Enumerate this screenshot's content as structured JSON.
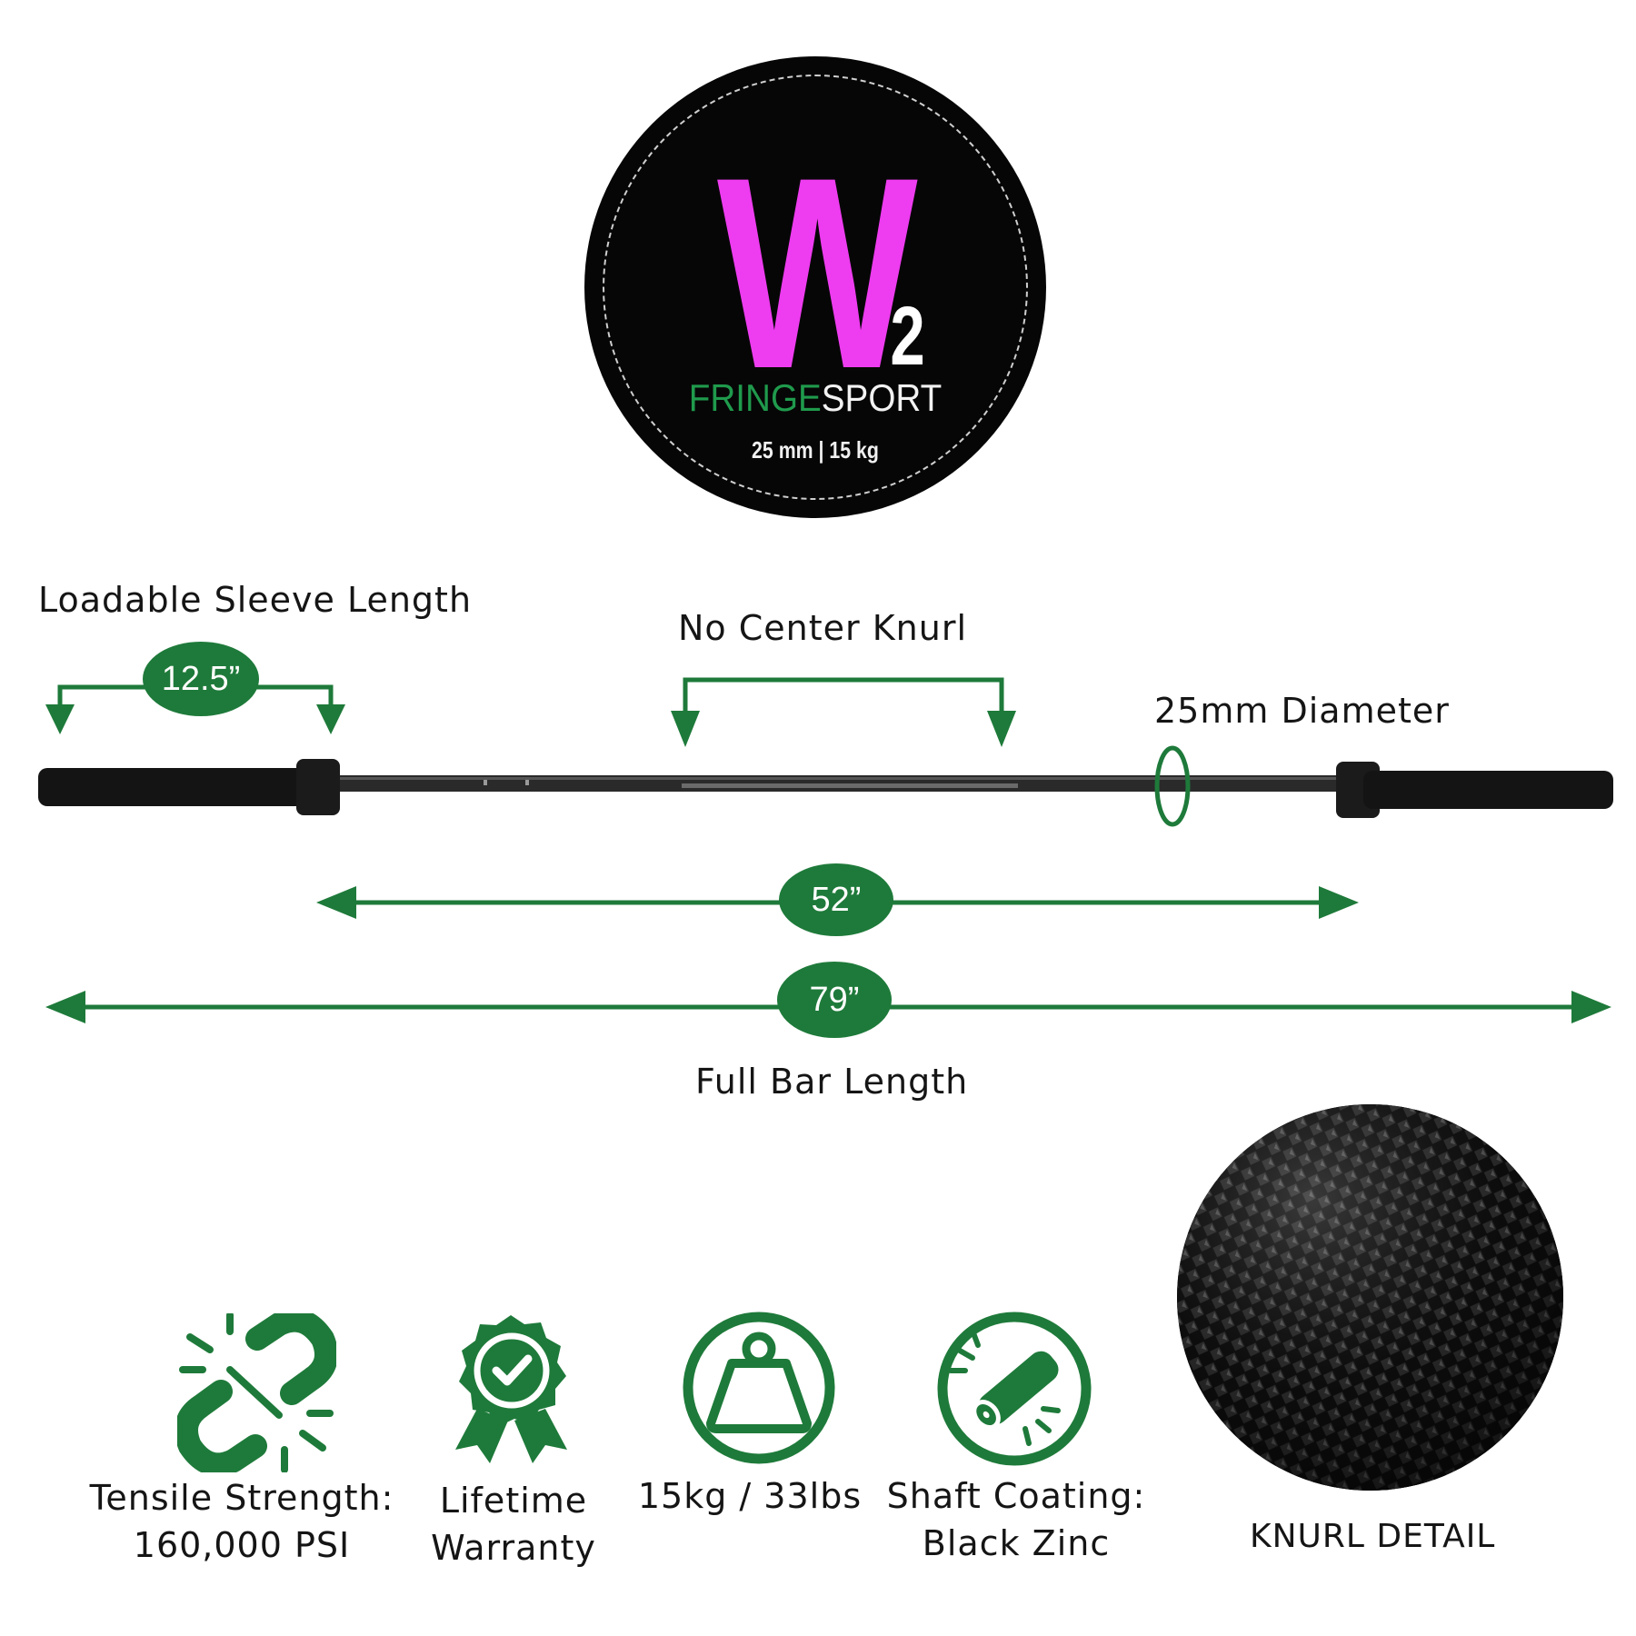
{
  "logo": {
    "letter": "W",
    "subscript": "2",
    "brand_part1": "FRINGE",
    "brand_part2": "SPORT",
    "spec": "25 mm | 15 kg"
  },
  "dimensions": {
    "sleeve_label": "Loadable Sleeve Length",
    "sleeve_value": "12.5”",
    "center_label": "No Center Knurl",
    "diameter_label": "25mm Diameter",
    "shaft_value": "52”",
    "full_value": "79”",
    "full_label": "Full Bar Length"
  },
  "features": [
    {
      "icon": "broken-chain-icon",
      "line1": "Tensile Strength:",
      "line2": "160,000 PSI"
    },
    {
      "icon": "award-ribbon-check-icon",
      "line1": "Lifetime",
      "line2": "Warranty"
    },
    {
      "icon": "kettlebell-weight-icon",
      "line1": "15kg / 33lbs",
      "line2": ""
    },
    {
      "icon": "coated-bar-icon",
      "line1": "Shaft Coating:",
      "line2": "Black Zinc"
    }
  ],
  "knurl_label": "KNURL DETAIL",
  "colors": {
    "accent_green": "#1e7a3a",
    "logo_pink": "#ee3cf0",
    "bar": "#1a1a1a"
  }
}
